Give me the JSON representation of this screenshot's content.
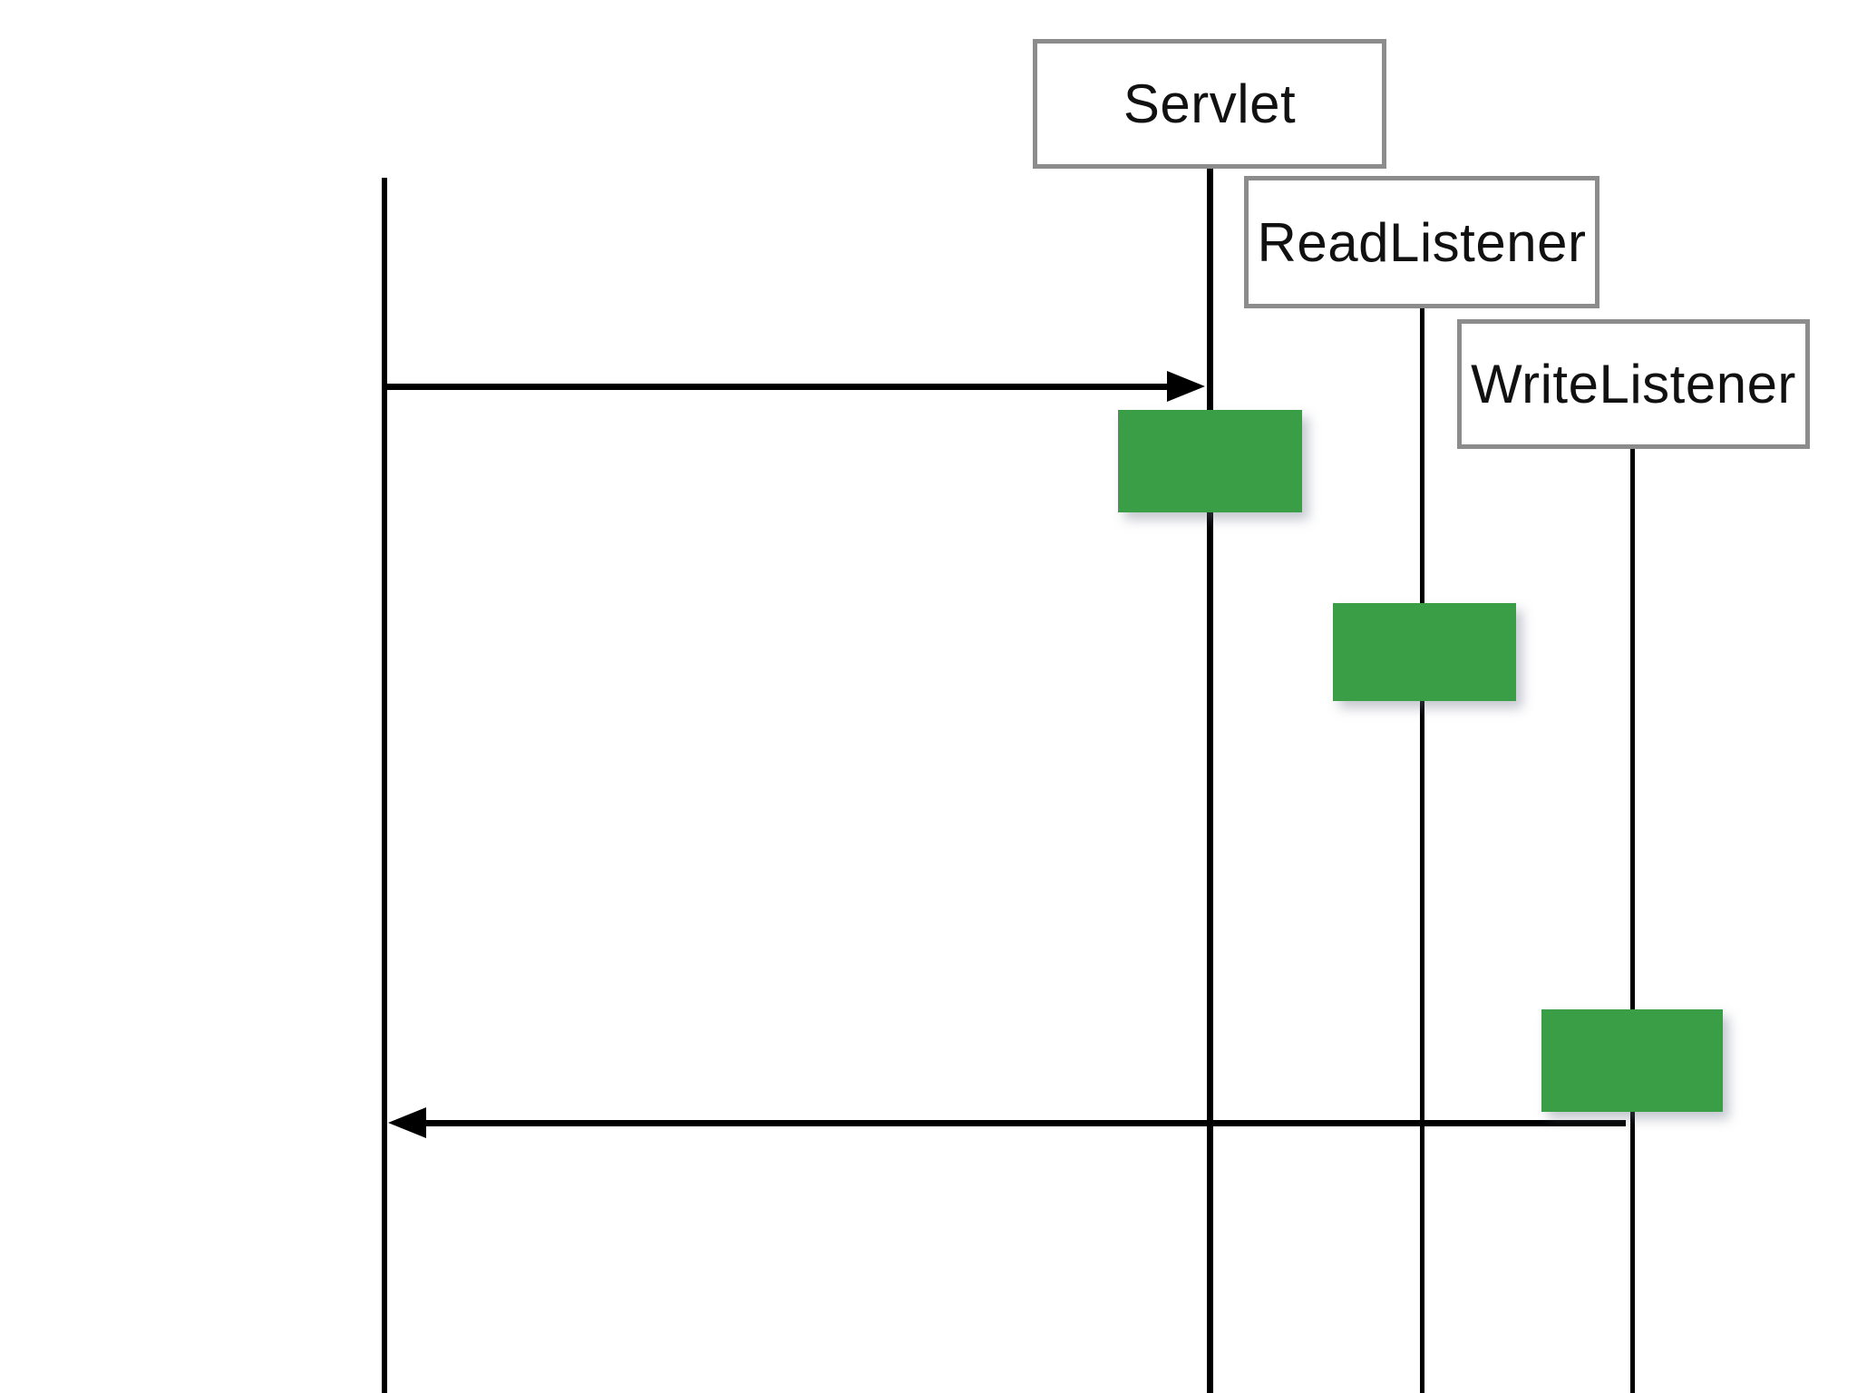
{
  "diagram": {
    "type": "sequence-diagram",
    "participants": [
      {
        "id": "servlet",
        "label": "Servlet"
      },
      {
        "id": "read-listener",
        "label": "ReadListener"
      },
      {
        "id": "write-listener",
        "label": "WriteListener"
      }
    ],
    "unlabeled_lifelines": [
      {
        "id": "client",
        "note": "leftmost lifeline with no header box visible"
      }
    ],
    "messages": [
      {
        "from": "client",
        "to": "servlet",
        "direction": "right",
        "label": ""
      },
      {
        "from": "write-listener",
        "to": "client",
        "direction": "left",
        "label": ""
      }
    ],
    "activations": [
      {
        "on": "servlet"
      },
      {
        "on": "read-listener"
      },
      {
        "on": "write-listener"
      }
    ],
    "colors": {
      "background": "#ffffff",
      "activation_fill": "#3a9e46",
      "participant_border": "#8c8c8c",
      "line": "#000000",
      "text": "#111111"
    }
  }
}
